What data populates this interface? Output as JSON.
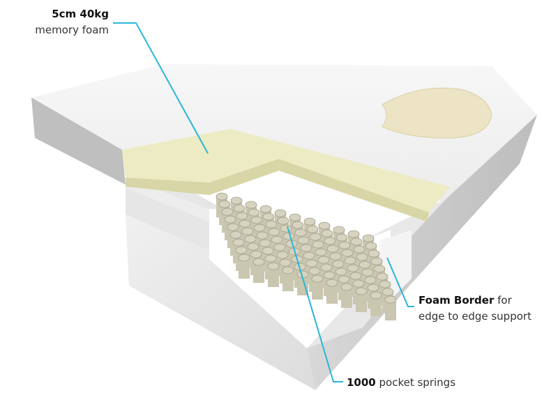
{
  "callouts": {
    "memory_foam": {
      "bold": "5cm 40kg",
      "text": "memory foam"
    },
    "foam_border": {
      "bold": "Foam Border",
      "text1": " for",
      "text2": "edge to edge support"
    },
    "springs": {
      "bold": "1000",
      "text": " pocket springs"
    }
  },
  "colors": {
    "callout_line": "#29b6d6",
    "memory_foam": "#ecebc4",
    "mattress_top": "#f2f2f2",
    "mattress_side": "#c9c9c9",
    "spring": "#d6d4c0"
  },
  "springs_grid": {
    "rows": 9,
    "cols": 11
  }
}
